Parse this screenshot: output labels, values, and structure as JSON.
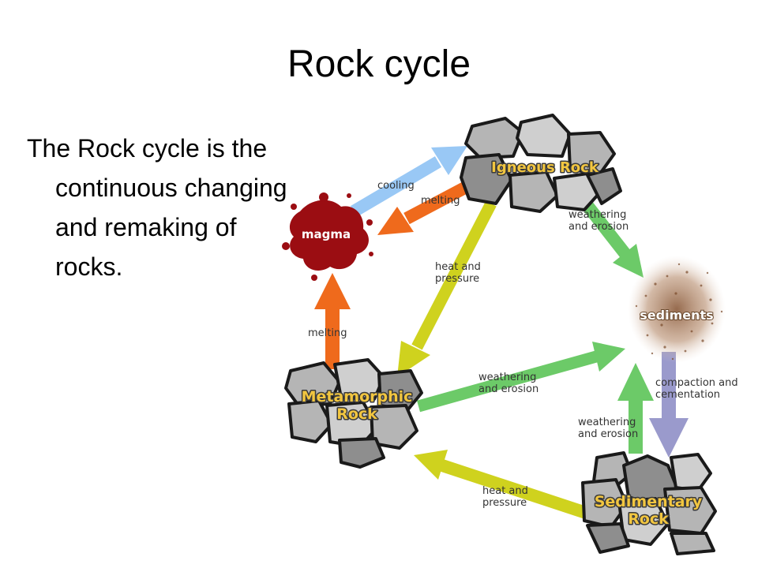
{
  "slide": {
    "title": "Rock cycle",
    "text": "The Rock cycle is the continuous changing and remaking of rocks."
  },
  "diagram": {
    "nodes": {
      "igneous": "Igneous Rock",
      "magma": "magma",
      "sediments": "sediments",
      "metamorphic_line1": "Metamorphic",
      "metamorphic_line2": "Rock",
      "sedimentary_line1": "Sedimentary",
      "sedimentary_line2": "Rock"
    },
    "edges": {
      "cooling": "cooling",
      "melting_top": "melting",
      "weathering_igneous_1": "weathering",
      "weathering_igneous_2": "and erosion",
      "heat_igneous_1": "heat and",
      "heat_igneous_2": "pressure",
      "melting_left": "melting",
      "weathering_meta_1": "weathering",
      "weathering_meta_2": "and erosion",
      "compaction_1": "compaction and",
      "compaction_2": "cementation",
      "weathering_sed_1": "weathering",
      "weathering_sed_2": "and erosion",
      "heat_sed_1": "heat and",
      "heat_sed_2": "pressure"
    },
    "colors": {
      "cooling_arrow": "#99c8f5",
      "melting_arrow": "#ef6a1c",
      "weathering_arrow": "#6cca68",
      "heat_pressure_arrow": "#cfd21e",
      "compaction_arrow": "#9a9acc",
      "magma": "#9b0d12",
      "rock_fill": "#b5b5b5",
      "label_yellow": "#f2c640"
    }
  }
}
